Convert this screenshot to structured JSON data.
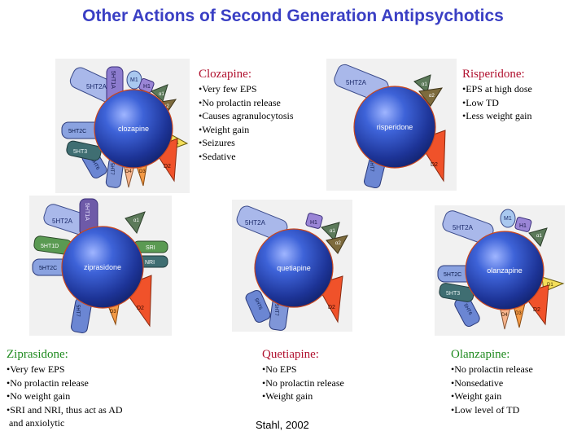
{
  "title": "Other Actions of Second Generation Antipsychotics",
  "credit": "Stahl, 2002",
  "colors": {
    "sphere_blue": "#2d4fc4",
    "receptor_blue": "#a9b8ea",
    "receptor_dark_teal": "#3f6e72",
    "receptor_green": "#5a9a52",
    "receptor_purple": "#6e5aa8",
    "d2_red": "#f0522a",
    "d3_orange": "#f39a46",
    "d4_peach": "#f6b48c",
    "d1_yellow": "#f3de5a",
    "heading_red": "#b0102e",
    "heading_green": "#1e8a1e"
  },
  "molecules": {
    "clozapine": {
      "sphere_label": "clozapine",
      "heading": "Clozapine:",
      "bullets": [
        "•Very few EPS",
        "•No prolactin release",
        "•Causes agranulocytosis",
        "•Weight gain",
        "•Seizures",
        "•Sedative"
      ],
      "receptors": {
        "r5ht2a": "5HT2A",
        "r5ht1a": "5HT1A",
        "m1": "M1",
        "h1": "H1",
        "a1": "α1",
        "a2": "α2",
        "d1": "D1",
        "d2": "D2",
        "d3": "D3",
        "d4": "D4",
        "r5ht7": "5HT7",
        "r5ht6": "5HT6",
        "r5ht3": "5HT3",
        "r5ht2c": "5HT2C"
      }
    },
    "risperidone": {
      "sphere_label": "risperidone",
      "heading": "Risperidone:",
      "bullets": [
        "•EPS at high dose",
        "•Low TD",
        "•Less weight gain"
      ],
      "receptors": {
        "r5ht2a": "5HT2A",
        "a1": "α1",
        "a2": "α2",
        "d2": "D2",
        "r5ht7": "5HT7"
      }
    },
    "ziprasidone": {
      "sphere_label": "ziprasidone",
      "heading": "Ziprasidone:",
      "bullets": [
        "•Very few EPS",
        "•No prolactin release",
        "•No weight gain",
        "•SRI and NRI, thus act as AD",
        " and anxiolytic"
      ],
      "receptors": {
        "r5ht2a": "5HT2A",
        "r5ht1a": "5HT1A",
        "a1": "α1",
        "sri": "SRI",
        "nri": "NRI",
        "d2": "D2",
        "d3": "D3",
        "r5ht7": "5HT7",
        "r5ht2c": "5HT2C",
        "r5ht1d": "5HT1D"
      }
    },
    "quetiapine": {
      "sphere_label": "quetiapine",
      "heading": "Quetiapine:",
      "bullets": [
        "•No EPS",
        "•No prolactin release",
        "•Weight gain"
      ],
      "receptors": {
        "r5ht2a": "5HT2A",
        "h1": "H1",
        "a1": "α1",
        "a2": "α2",
        "d2": "D2",
        "r5ht7": "5HT7",
        "r5ht6": "5HT6"
      }
    },
    "olanzapine": {
      "sphere_label": "olanzapine",
      "heading": "Olanzapine:",
      "bullets": [
        "•No prolactin release",
        "•Nonsedative",
        "•Weight gain",
        "•Low level of TD"
      ],
      "receptors": {
        "r5ht2a": "5HT2A",
        "m1": "M1",
        "h1": "H1",
        "a1": "α1",
        "d1": "D1",
        "d2": "D2",
        "d3": "D3",
        "d4": "D4",
        "r5ht6": "5HT6",
        "r5ht3": "5HT3",
        "r5ht2c": "5HT2C"
      }
    }
  }
}
